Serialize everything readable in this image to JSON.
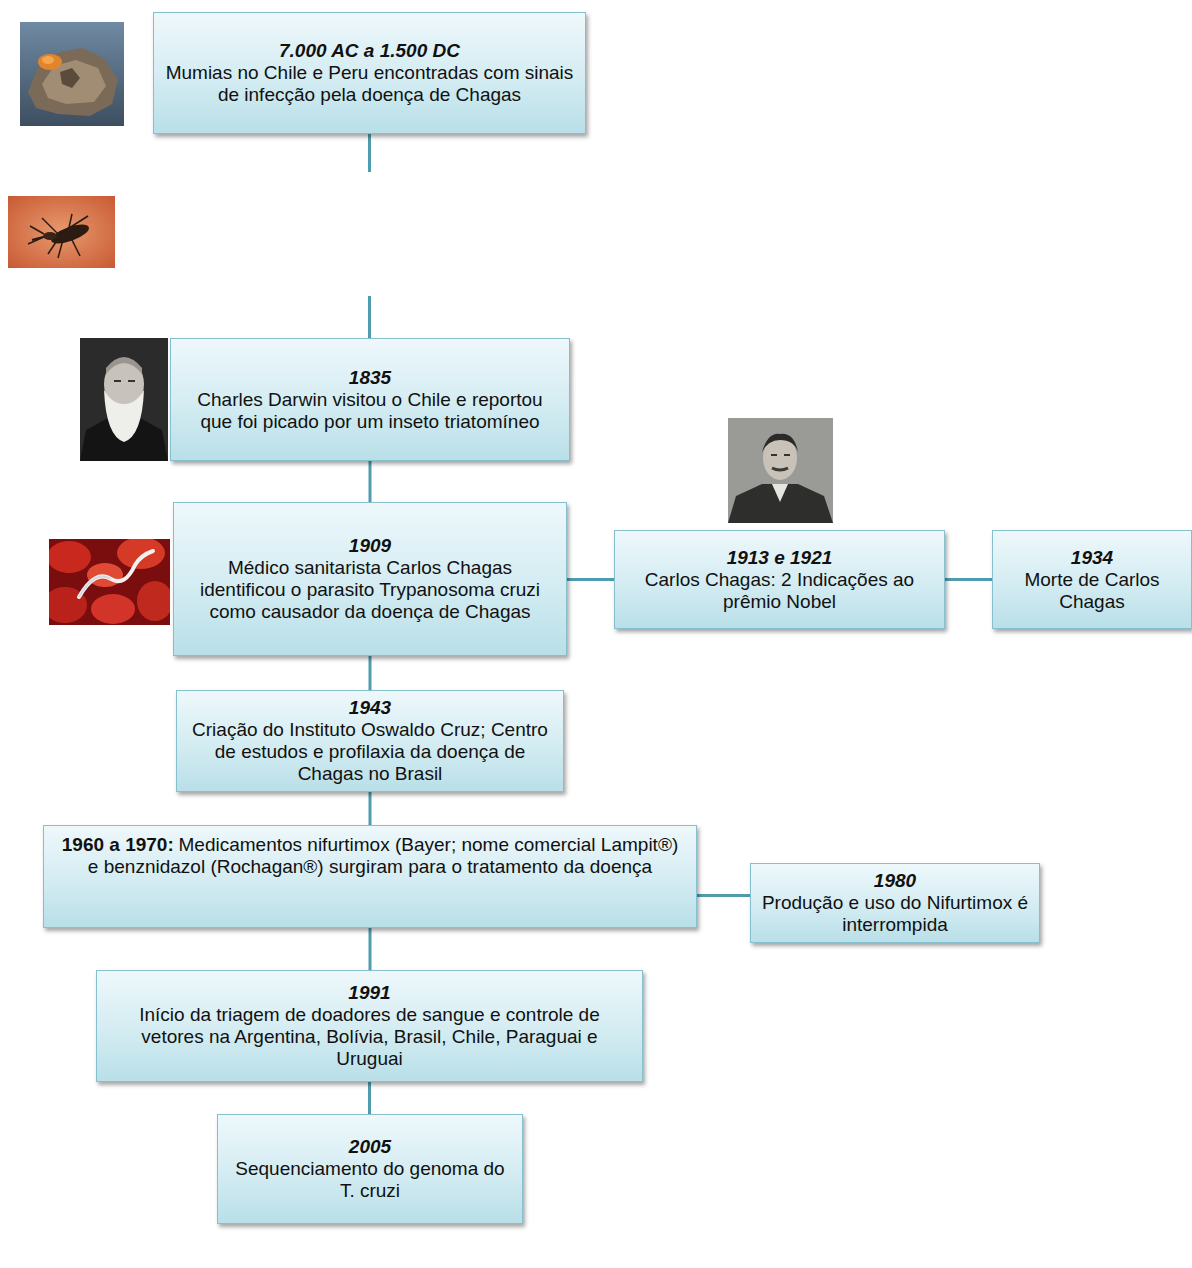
{
  "diagram": {
    "nodes": [
      {
        "text": [
          "7.000 AC a 1.500 DC",
          "Mumias no Chile e Peru encontradas com sinais de infecção pela doença de Chagas"
        ]
      },
      {
        "text": [
          "1835",
          "Charles Darwin visitou o Chile e reportou que foi picado por um inseto triatomíneo"
        ]
      },
      {
        "text": [
          "1909",
          "Médico sanitarista Carlos Chagas identificou o parasito Trypanosoma cruzi como causador da doença de Chagas"
        ]
      },
      {
        "text": [
          "1913 e 1921",
          "Carlos Chagas: 2 Indicações ao prêmio Nobel"
        ]
      },
      {
        "text": [
          "1934",
          "Morte de Carlos Chagas"
        ]
      },
      {
        "text": [
          "1943",
          "Criação do Instituto Oswaldo Cruz; Centro de estudos e profilaxia da doença de Chagas no Brasil"
        ]
      },
      {
        "text": [
          "1960 a 1970:",
          "Medicamentos nifurtimox (Bayer; nome comercial Lampit®) e benznidazol (Rochagan®) surgiram para o tratamento da doença"
        ]
      },
      {
        "text": [
          "1980",
          "Produção e uso do Nifurtimox é interrompida"
        ]
      },
      {
        "text": [
          "1991",
          "Início da triagem de doadores de sangue e controle de vetores na Argentina, Bolívia, Brasil, Chile, Paraguai e Uruguai"
        ]
      },
      {
        "text": [
          "2005",
          "Sequenciamento do genoma do T. cruzi"
        ]
      }
    ],
    "edges": [
      {
        "from": 0,
        "to": 1,
        "arrow": "none"
      },
      {
        "from": 1,
        "to": 2,
        "arrow": "none"
      },
      {
        "from": 2,
        "to": 3,
        "arrow": "none"
      },
      {
        "from": 3,
        "to": 4,
        "arrow": "none"
      },
      {
        "from": 2,
        "to": 5,
        "arrow": "none"
      },
      {
        "from": 5,
        "to": 6,
        "arrow": "none"
      },
      {
        "from": 6,
        "to": 7,
        "arrow": "none"
      },
      {
        "from": 6,
        "to": 8,
        "arrow": "none"
      },
      {
        "from": 8,
        "to": 9,
        "arrow": "none"
      }
    ]
  }
}
